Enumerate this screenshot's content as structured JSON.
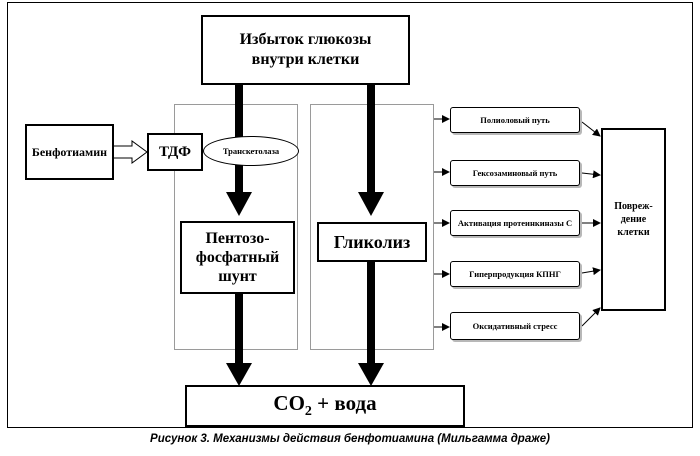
{
  "diagram": {
    "top_box": "Избыток глюкозы\nвнутри клетки",
    "benfotiamine": "Бенфотиамин",
    "tdf": "ТДФ",
    "transketolase": "Транскетолаза",
    "pentose_shunt": "Пентозо-\nфосфатный\nшунт",
    "glycolysis": "Гликолиз",
    "co2_prefix": "CO",
    "co2_sub": "2",
    "co2_suffix": " + вода",
    "pathways": [
      "Полиоловый путь",
      "Гексозаминовый путь",
      "Активация протеинкиназы С",
      "Гиперпродукция КПНГ",
      "Оксидативный стресс"
    ],
    "cell_damage": "Повреж-\nдение\nклетки"
  },
  "caption": "Рисунок 3. Механизмы действия бенфотиамина (Мильгамма драже)"
}
